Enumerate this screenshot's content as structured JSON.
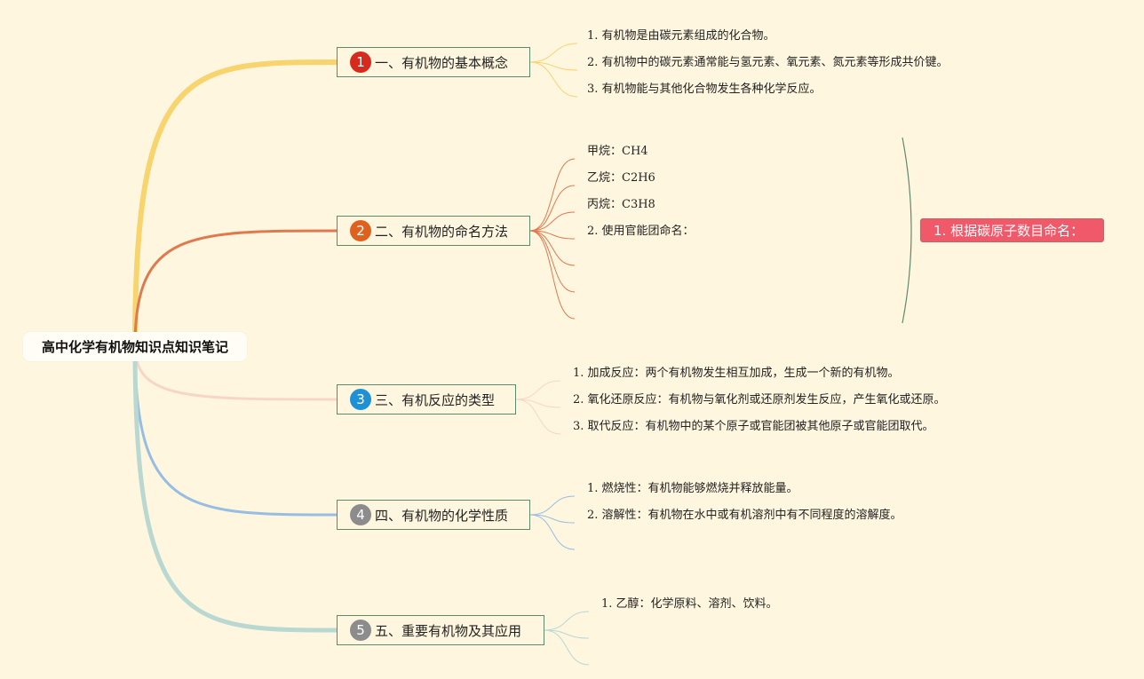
{
  "root": {
    "title": "高中化学有机物知识点知识笔记"
  },
  "branches": [
    {
      "number": "1",
      "title": "一、有机物的基本概念",
      "color": "#F8D46E",
      "badge_color": "#D62A1E",
      "items": [
        "1. 有机物是由碳元素组成的化合物。",
        "2. 有机物中的碳元素通常能与氢元素、氧元素、氮元素等形成共价键。",
        "3. 有机物能与其他化合物发生各种化学反应。"
      ]
    },
    {
      "number": "2",
      "title": "二、有机物的命名方法",
      "color": "#DF7950",
      "badge_color": "#E0601E",
      "items": [
        "甲烷：CH4",
        "乙烷：C2H6",
        "丙烷：C3H8",
        "2. 使用官能团命名：",
        "",
        "",
        ""
      ]
    },
    {
      "number": "3",
      "title": "三、有机反应的类型",
      "color": "#F7D6C6",
      "badge_color": "#1E90D6",
      "items": [
        "1. 加成反应：两个有机物发生相互加成，生成一个新的有机物。",
        "2. 氧化还原反应：有机物与氧化剂或还原剂发生反应，产生氧化或还原。",
        "3. 取代反应：有机物中的某个原子或官能团被其他原子或官能团取代。"
      ]
    },
    {
      "number": "4",
      "title": "四、有机物的化学性质",
      "color": "#97BDE2",
      "badge_color": "#8C8C8C",
      "items": [
        "1. 燃烧性：有机物能够燃烧并释放能量。",
        "2. 溶解性：有机物在水中或有机溶剂中有不同程度的溶解度。",
        ""
      ]
    },
    {
      "number": "5",
      "title": "五、重要有机物及其应用",
      "color": "#B9D8D2",
      "badge_color": "#8C8C8C",
      "items": [
        "1. 乙醇：化学原料、溶剂、饮料。",
        "",
        ""
      ]
    }
  ],
  "summary_tag": {
    "label": "1. 根据碳原子数目命名：",
    "color": "#F0596A",
    "bracket_color": "#5D8A6D"
  }
}
